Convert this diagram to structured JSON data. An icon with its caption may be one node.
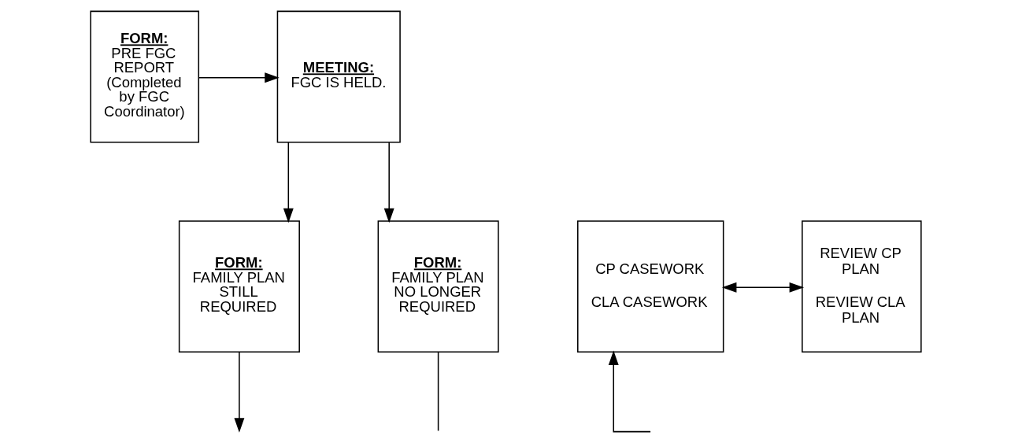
{
  "diagram": {
    "nodes": [
      {
        "text": [
          "FORM:",
          "PRE FGC REPORT (Completed by FGC Coordinator)"
        ]
      },
      {
        "text": [
          "MEETING:",
          "FGC IS HELD."
        ]
      },
      {
        "text": [
          "CP CASEWORK",
          "CLA CASEWORK"
        ]
      },
      {
        "text": [
          "REVIEW CP PLAN",
          "REVIEW CLA PLAN"
        ]
      },
      {
        "text": [
          "FORM:",
          "FAMILY PLAN STILL REQUIRED"
        ]
      },
      {
        "text": [
          "FORM:",
          "FAMILY PLAN NO LONGER REQUIRED"
        ]
      }
    ],
    "edges": [
      {
        "from": 0,
        "to": 1,
        "arrow": "to"
      },
      {
        "from": 1,
        "to": 4,
        "arrow": "to"
      },
      {
        "from": 1,
        "to": 5,
        "arrow": "to"
      },
      {
        "from": 2,
        "to": 3,
        "arrow": "both"
      },
      {
        "from": null,
        "to": 2,
        "arrow": "to"
      },
      {
        "from": 4,
        "to": null,
        "arrow": "to"
      },
      {
        "from": 5,
        "to": null,
        "arrow": "none"
      }
    ]
  }
}
